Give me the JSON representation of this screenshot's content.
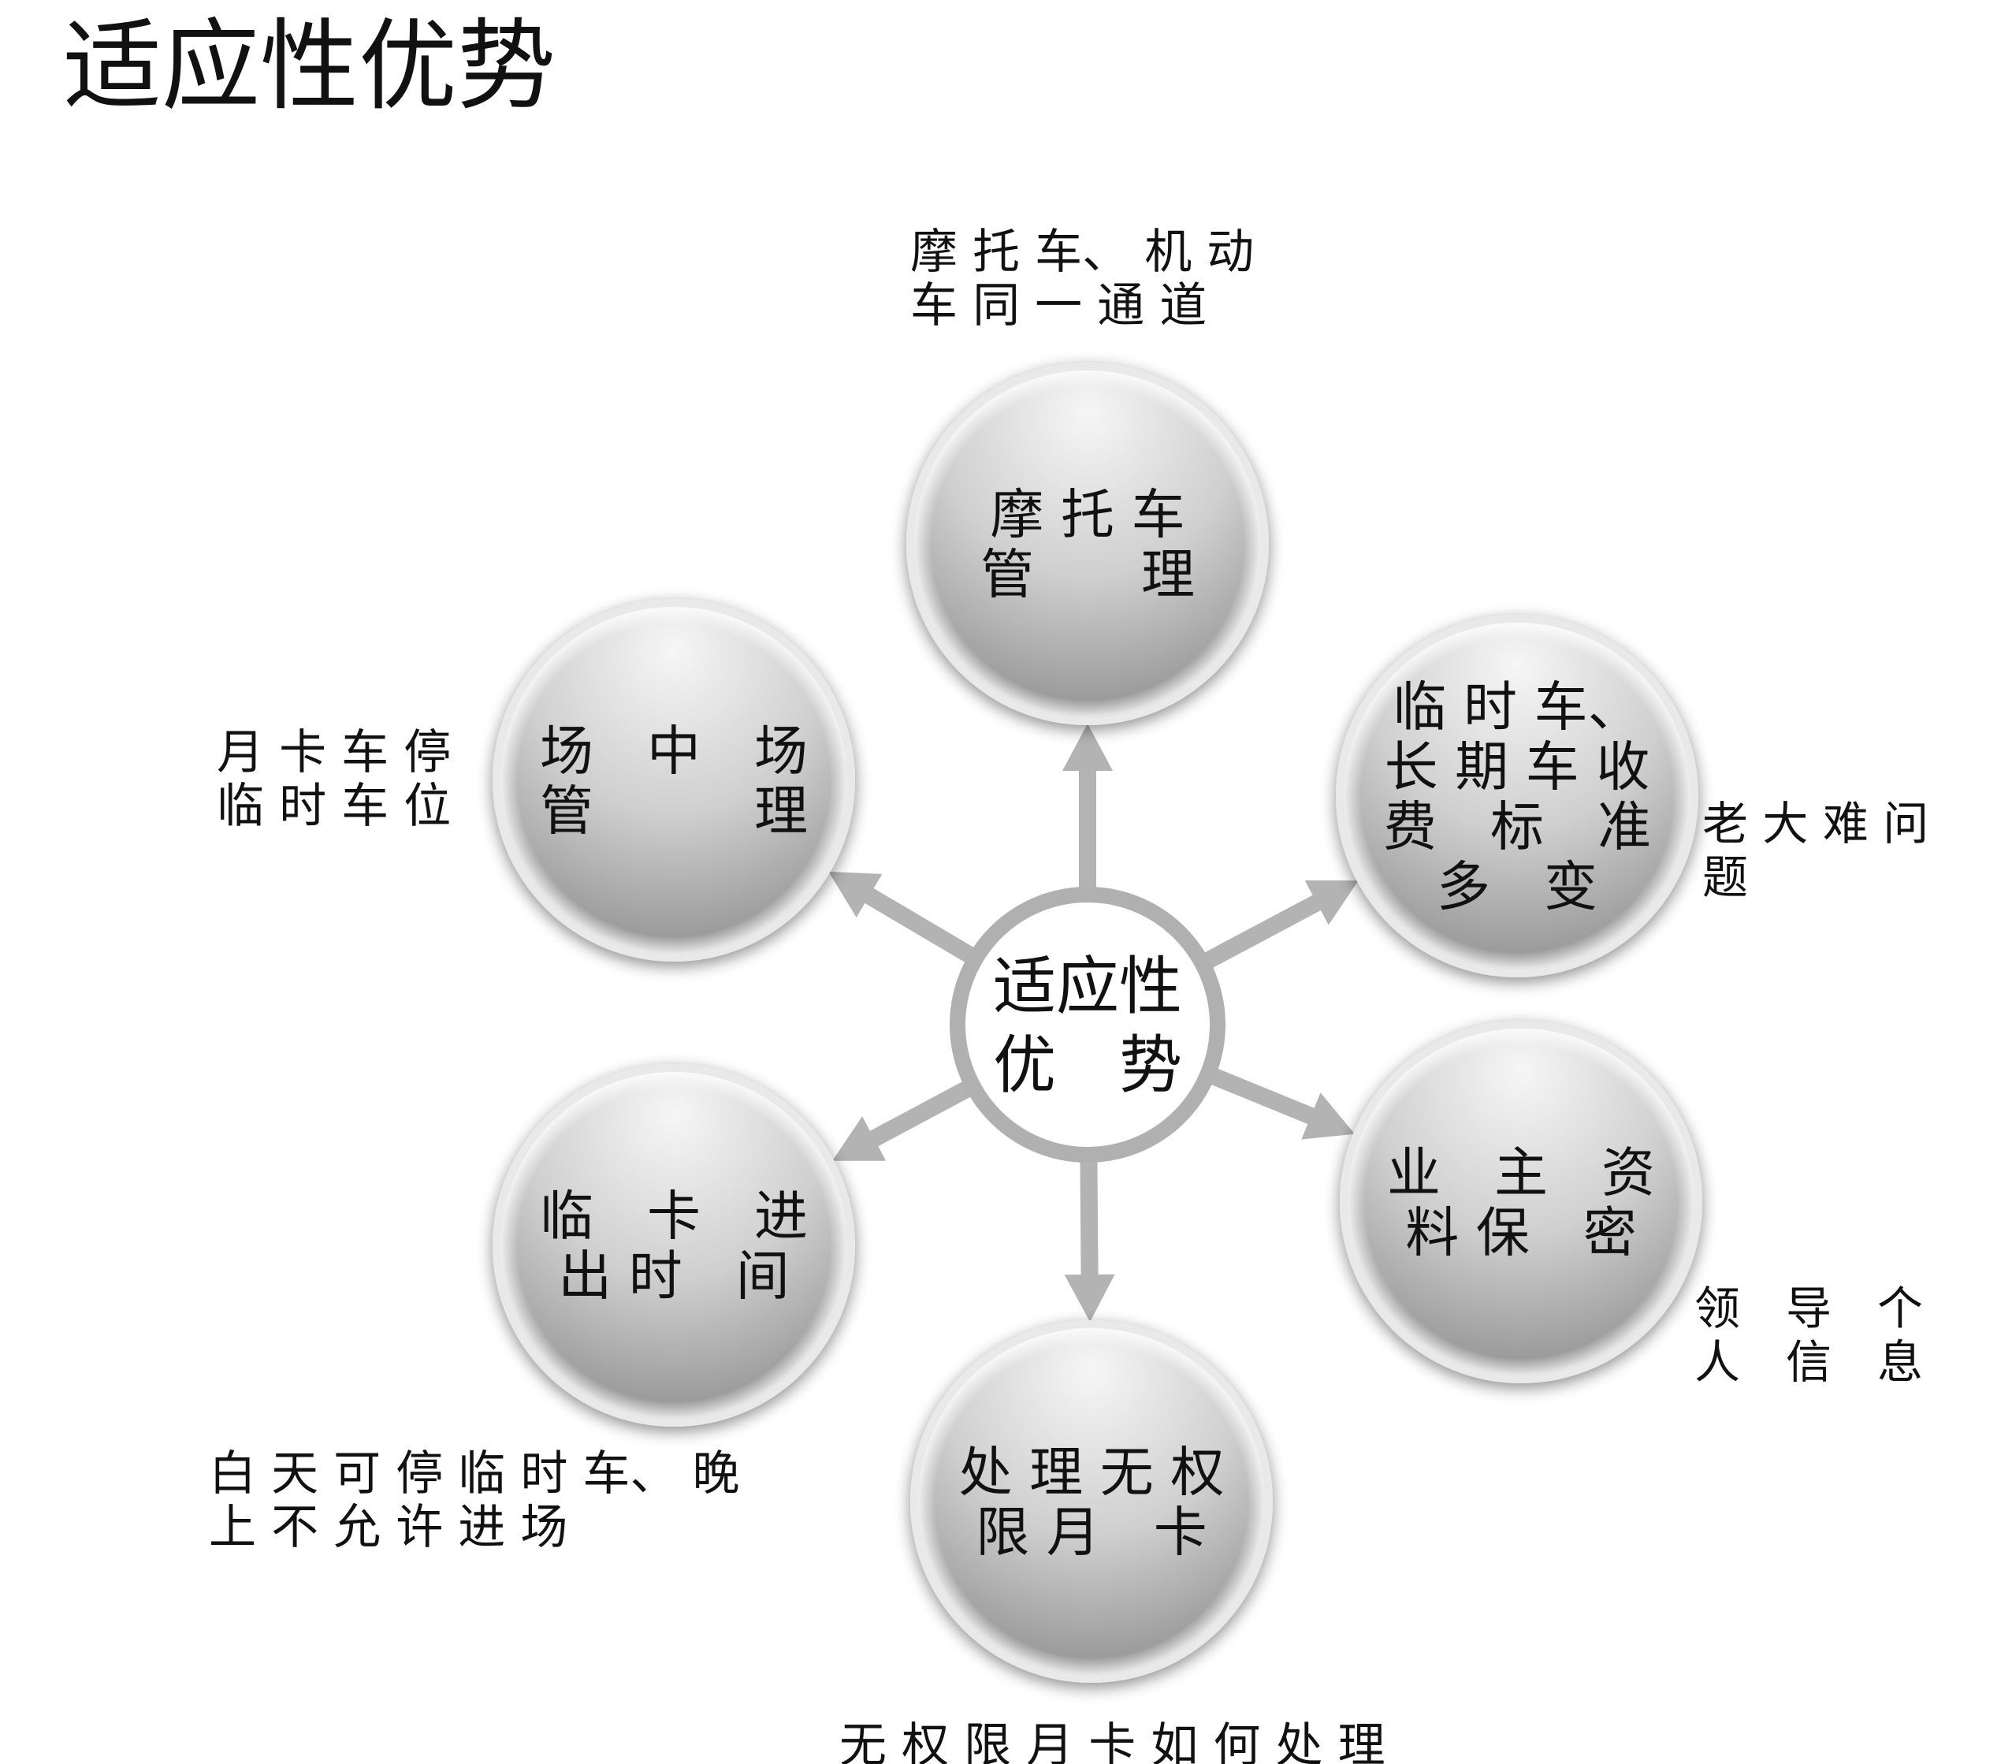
{
  "title": "适应性优势",
  "center": {
    "lines": [
      "适应性",
      "优　势"
    ]
  },
  "nodes": [
    {
      "id": "motorcycle",
      "lines": [
        "摩 托 车",
        "管　　理"
      ]
    },
    {
      "id": "temp-long-fee",
      "lines": [
        "临 时 车、",
        "长 期 车 收",
        "费　标　准",
        "多　变"
      ]
    },
    {
      "id": "owner-privacy",
      "lines": [
        "业　主　资",
        "料 保　密"
      ]
    },
    {
      "id": "no-permission-card",
      "lines": [
        "处 理 无 权",
        "限 月　卡"
      ]
    },
    {
      "id": "temp-card-time",
      "lines": [
        "临　卡　进",
        "出 时　间"
      ]
    },
    {
      "id": "lot-in-lot",
      "lines": [
        "场　中　场",
        "管　　　理"
      ]
    }
  ],
  "labels": [
    {
      "id": "label-motorcycle",
      "lines": [
        "摩 托 车、 机 动",
        "车 同 一 通 道"
      ]
    },
    {
      "id": "label-fee",
      "lines": [
        "老 大 难 问",
        "题"
      ]
    },
    {
      "id": "label-privacy",
      "lines": [
        "领　导　个",
        "人　信　息"
      ]
    },
    {
      "id": "label-card",
      "lines": [
        "无 权 限 月 卡 如 何 处 理"
      ]
    },
    {
      "id": "label-time",
      "lines": [
        "白 天 可 停 临 时 车、 晚",
        "上 不 允 许 进 场"
      ]
    },
    {
      "id": "label-lot",
      "lines": [
        "月 卡 车 停",
        "临 时 车 位"
      ]
    }
  ],
  "colors": {
    "arrow": "#b3b3b3",
    "sphere_light": "#f6f6f6",
    "sphere_mid": "#c8c8c8",
    "sphere_dark": "#8c8c8c",
    "ring": "#b0b0b0",
    "center_fill": "#ffffff",
    "text": "#111111"
  }
}
